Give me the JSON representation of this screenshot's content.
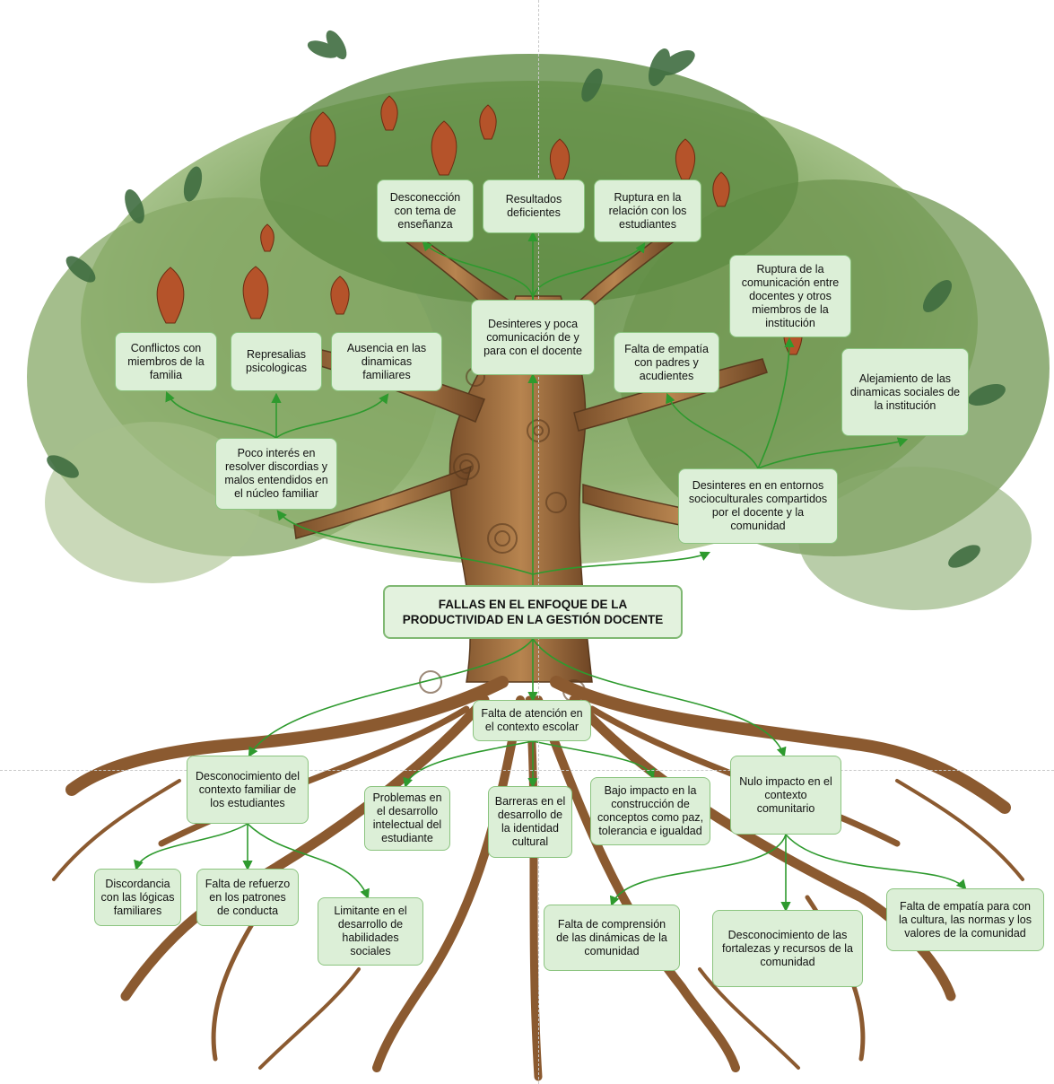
{
  "root": "FALLAS EN EL ENFOQUE DE LA\nPRODUCTIVIDAD EN LA GESTIÓN DOCENTE",
  "upper": {
    "center_hub": "Desinteres y poca\ncomunicación de y\npara con el docente",
    "center_children": [
      "Desconección\ncon tema de\nenseñanza",
      "Resultados\ndeficientes",
      "Ruptura en la\nrelación con los\nestudiantes"
    ],
    "left_hub": "Poco interés en\nresolver discordias y\nmalos entendidos en\nel núcleo familiar",
    "left_children": [
      "Conflictos con\nmiembros de la\nfamilia",
      "Represalias\npsicologicas",
      "Ausencia en las\ndinamicas\nfamiliares"
    ],
    "right_hub": "Desinteres en en entornos\nsocioculturales compartidos\npor el docente y la\ncomunidad",
    "right_children": [
      "Falta de empatía\ncon padres y\nacudientes",
      "Ruptura de la\ncomunicación entre\ndocentes y otros\nmiembros de la\ninstitución",
      "Alejamiento de las\ndinamicas sociales de\nla institución"
    ]
  },
  "lower": {
    "center_hub": "Falta de atención en\nel contexto escolar",
    "center_children": [
      "Problemas en\nel desarrollo\nintelectual del\nestudiante",
      "Barreras en el\ndesarrollo de\nla identidad\ncultural",
      "Bajo impacto en la\nconstrucción de\nconceptos como paz,\ntolerancia e igualdad"
    ],
    "left_hub": "Desconocimiento del\ncontexto familiar de\nlos estudiantes",
    "left_children": [
      "Discordancia\ncon las lógicas\nfamiliares",
      "Falta de refuerzo\nen los patrones\nde conducta",
      "Limitante en el\ndesarrollo de\nhabilidades\nsociales"
    ],
    "right_hub": "Nulo impacto en el\ncontexto\ncomunitario",
    "right_children": [
      "Falta de comprensión\nde las dinámicas de la\ncomunidad",
      "Desconocimiento de las\nfortalezas y recursos de la\ncomunidad",
      "Falta de empatía para con\nla cultura, las normas y los\nvalores de la comunidad"
    ]
  },
  "colors": {
    "node_fill": "#dcefd7",
    "node_border": "#8bc47f",
    "connector": "#2e9a2e",
    "foliage": "#6f9a4f",
    "trunk": "#9a6a3c"
  }
}
